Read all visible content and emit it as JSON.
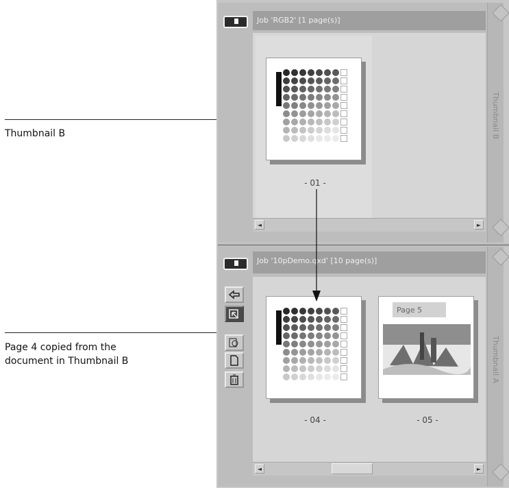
{
  "callouts": {
    "thumbnail_b": "Thumbnail B",
    "page_copied_line1": "Page 4 copied from the",
    "page_copied_line2": "document in Thumbnail B"
  },
  "panel_b": {
    "title": "Job 'RGB2' [1 page(s)]",
    "tab_label": "Thumbnail B",
    "pages": [
      {
        "label": "- 01 -"
      }
    ]
  },
  "panel_a": {
    "title": "Job '10pDemo.qxd' [10 page(s)]",
    "tab_label": "Thumbnail A",
    "pages": [
      {
        "label": "- 04 -"
      },
      {
        "label": "- 05 -",
        "heading": "Page 5"
      }
    ]
  },
  "tools": [
    {
      "name": "copy-page-icon"
    },
    {
      "name": "move-page-icon"
    },
    {
      "name": "zoom-page-icon"
    },
    {
      "name": "new-page-icon"
    },
    {
      "name": "delete-page-icon"
    }
  ],
  "icons": {
    "scroll_left": "◄",
    "scroll_right": "►"
  }
}
